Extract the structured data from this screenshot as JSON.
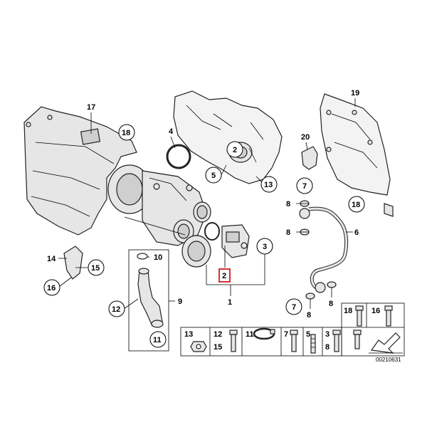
{
  "labels": {
    "p1": "1",
    "p2": "2",
    "p3": "3",
    "p4": "4",
    "p5": "5",
    "p6": "6",
    "p7a": "7",
    "p7b": "7",
    "p8a": "8",
    "p8b": "8",
    "p8c": "8",
    "p8d": "8",
    "p9": "9",
    "p10": "10",
    "p11": "11",
    "p12": "12",
    "p13": "13",
    "p14": "14",
    "p15": "15",
    "p16": "16",
    "p17": "17",
    "p18a": "18",
    "p18b": "18",
    "p19": "19",
    "p20": "20"
  },
  "legend": {
    "c13": "13",
    "c12": "12",
    "c15": "15",
    "c11": "11",
    "c7": "7",
    "c5": "5",
    "c3": "3",
    "c8": "8",
    "c18": "18",
    "c16": "16"
  },
  "diagram_code": "00210631",
  "highlight_color": "#cc0000"
}
